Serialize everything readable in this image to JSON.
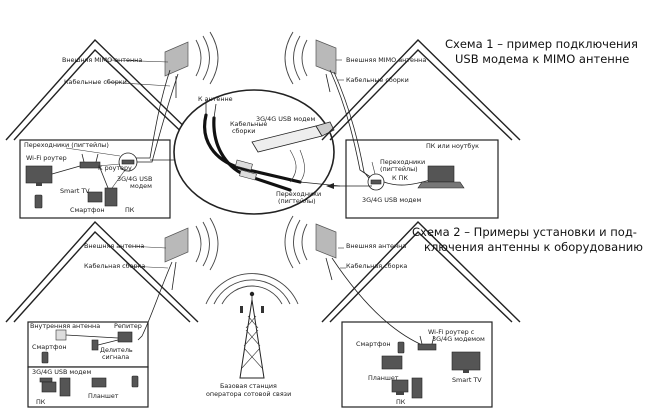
{
  "scheme1": {
    "title_line1": "Схема 1 – пример подключения",
    "title_line2": "USB модема к MIMO антенне",
    "left_house": {
      "external_antenna": "Внешняя MIMO антенна",
      "cable_assemblies": "Кабельные сборки",
      "pigtails": "Переходники (пигтейлы)",
      "wifi_router": "Wi-Fi роутер",
      "to_router": "К роутеру",
      "usb_modem_l1": "3G/4G USB",
      "usb_modem_l2": "модем",
      "smart_tv": "Smart TV",
      "smartphone": "Смартфон",
      "pc": "ПК"
    },
    "center": {
      "to_antenna": "К антенне",
      "cable_l1": "Кабельные",
      "cable_l2": "сборки",
      "modem": "3G/4G USB модем",
      "pigtails_l1": "Переходники",
      "pigtails_l2": "(пигтейлы)"
    },
    "right_house": {
      "external_antenna": "Внешняя MIMO антенна",
      "cable_assemblies": "Кабельные сборки",
      "pc_or_laptop": "ПК или ноутбук",
      "pigtails_l1": "Переходники",
      "pigtails_l2": "(пигтейлы)",
      "to_pc": "К ПК",
      "usb_modem": "3G/4G USB модем"
    }
  },
  "scheme2": {
    "title_line1": "Схема 2 – Примеры установки и под-",
    "title_line2": "ключения антенны к оборудованию",
    "left_house": {
      "external_antenna": "Внешняя антенна",
      "cable_assembly": "Кабельная сборка",
      "internal_antenna": "Внутренняя антенна",
      "repeater": "Репитер",
      "smartphone": "Смартфон",
      "splitter_l1": "Делитель",
      "splitter_l2": "сигнала",
      "usb_modem": "3G/4G USB модем",
      "pc": "ПК",
      "tablet": "Планшет"
    },
    "center": {
      "base_station_l1": "Базовая станция",
      "base_station_l2": "оператора сотовой связи"
    },
    "right_house": {
      "external_antenna": "Внешняя антенна",
      "cable_assembly": "Кабельная сборка",
      "smartphone": "Смартфон",
      "wifi_router_l1": "Wi-Fi роутер с",
      "wifi_router_l2": "3G/4G модемом",
      "tablet": "Планшет",
      "smart_tv": "Smart TV",
      "pc": "ПК"
    }
  }
}
